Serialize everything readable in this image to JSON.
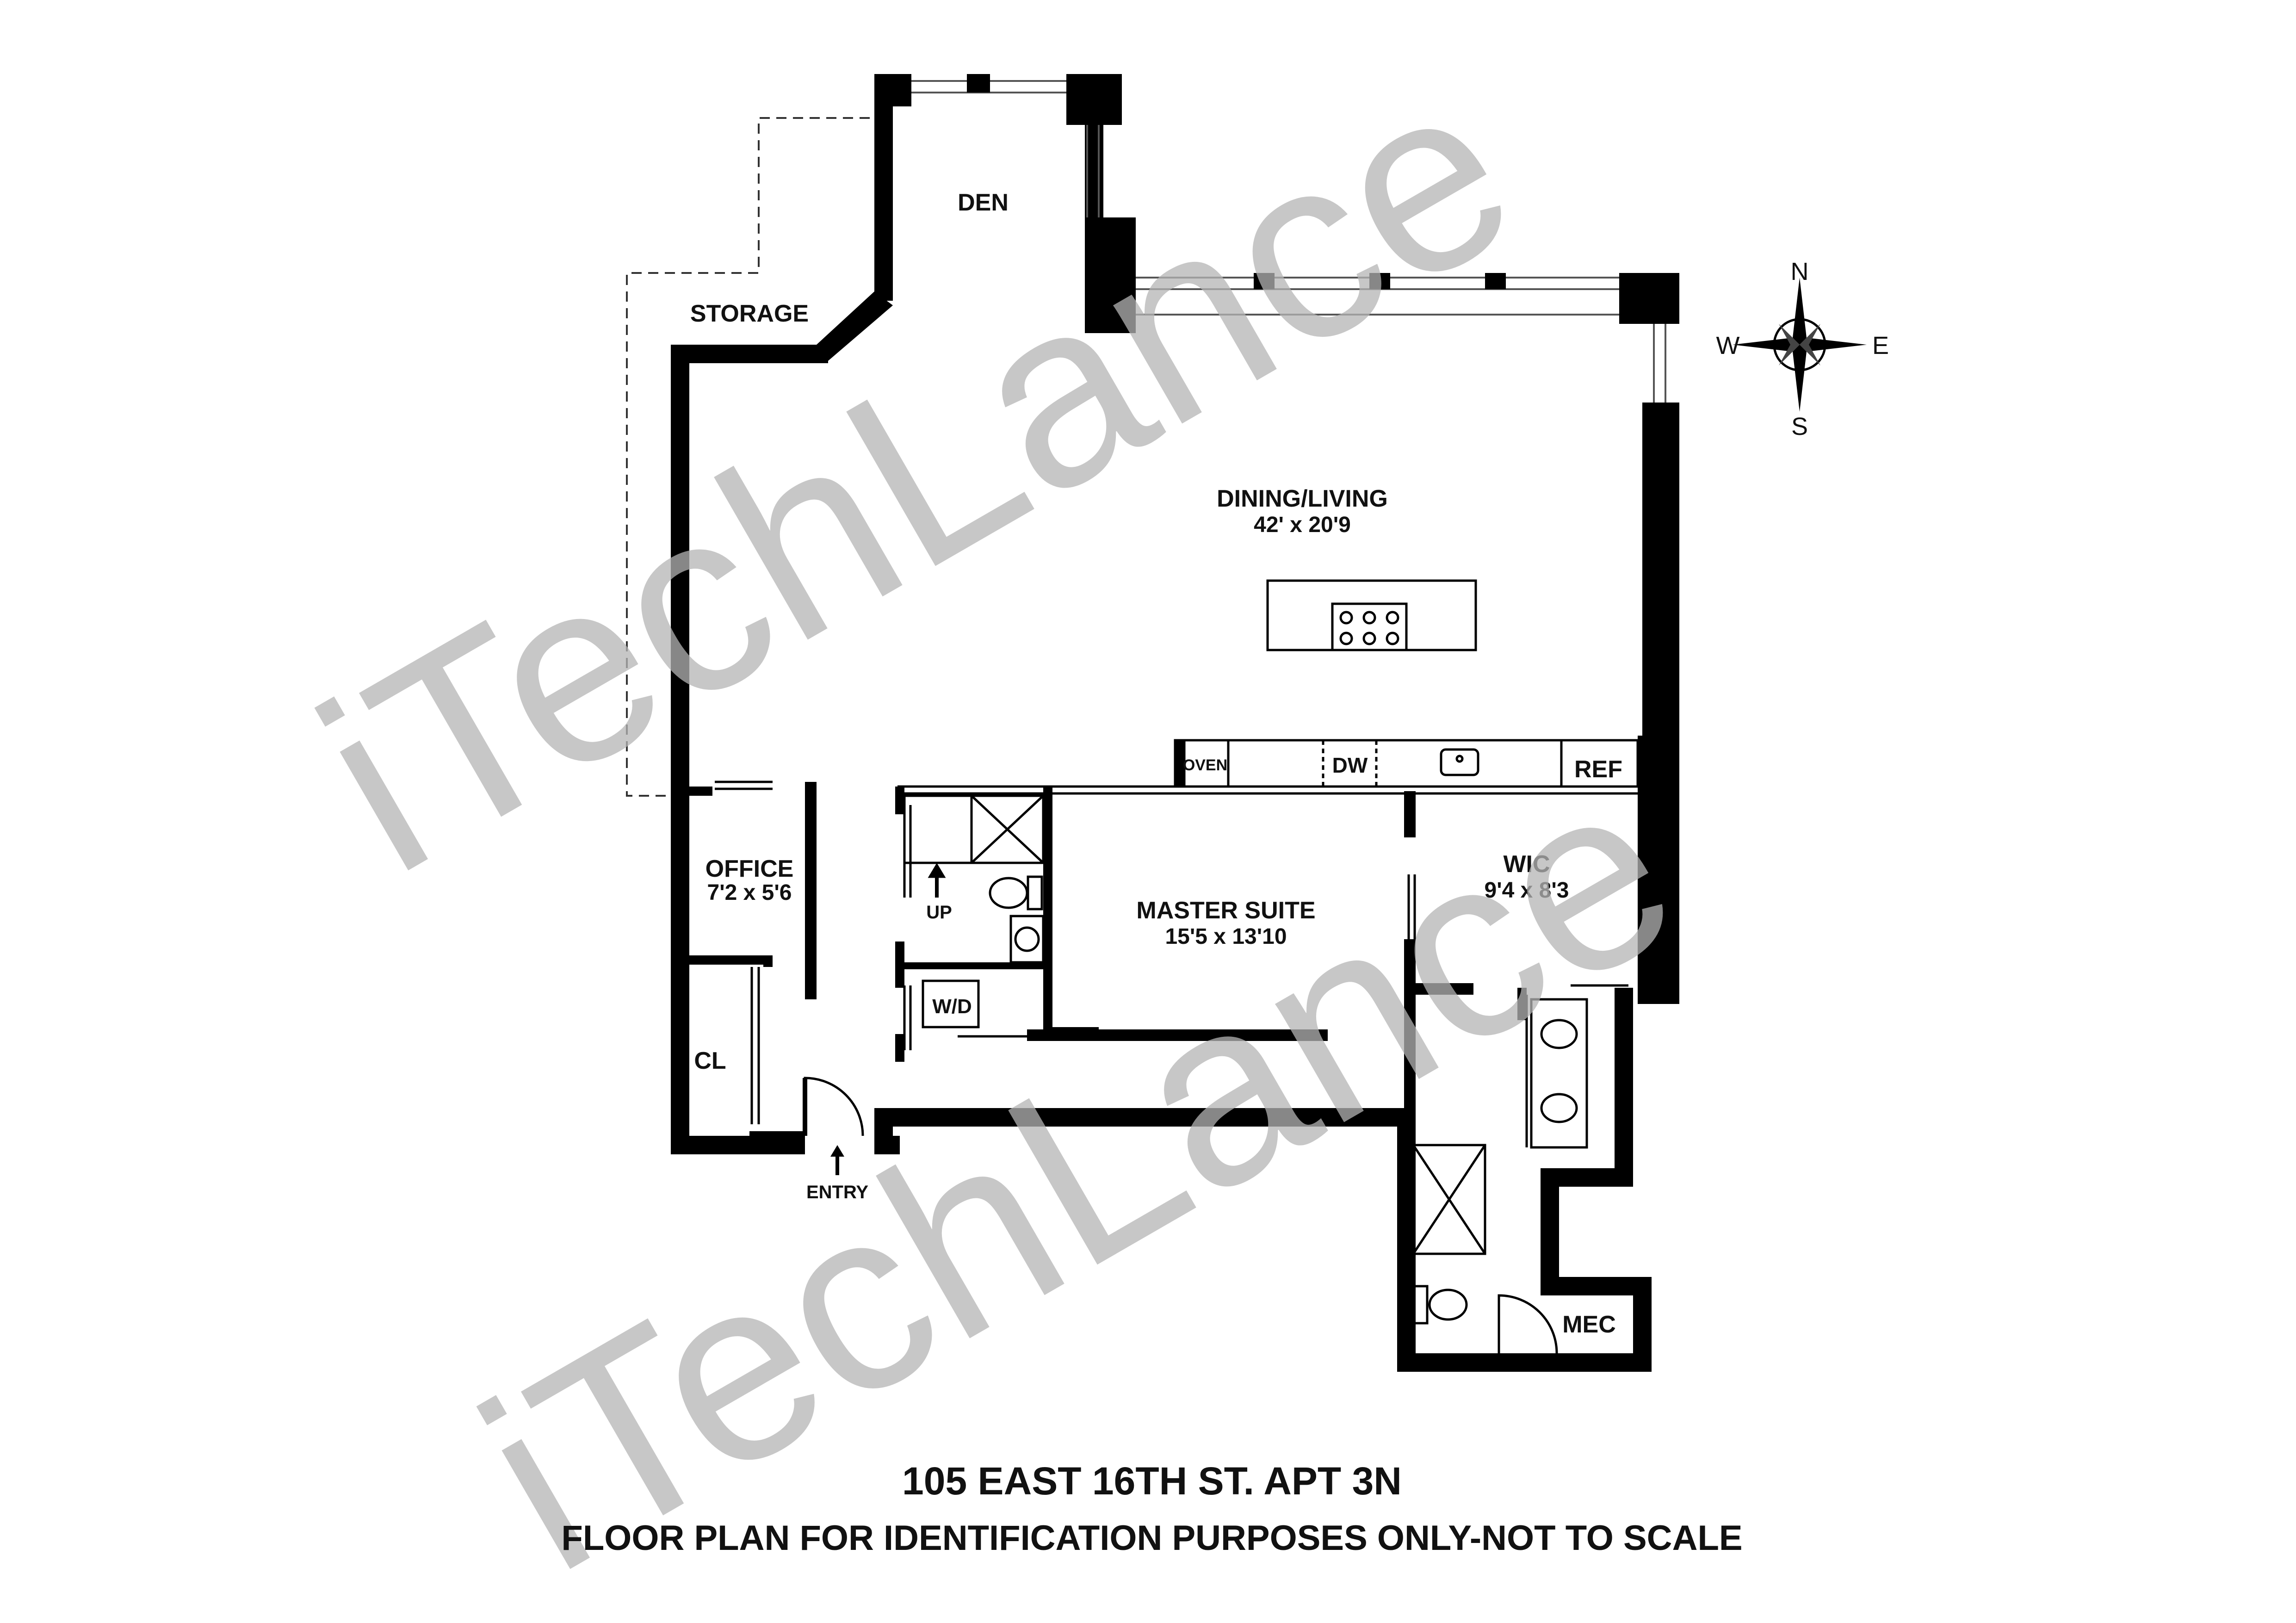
{
  "title": "105 EAST 16TH ST. APT 3N",
  "subtitle": "FLOOR PLAN FOR IDENTIFICATION PURPOSES ONLY-NOT TO SCALE",
  "watermark": "iTechLance",
  "compass": {
    "n": "N",
    "s": "S",
    "e": "E",
    "w": "W"
  },
  "rooms": {
    "den": "DEN",
    "storage": "STORAGE",
    "dining_living": {
      "name": "DINING/LIVING",
      "dims": "42' x 20'9"
    },
    "office": {
      "name": "OFFICE",
      "dims": "7'2 x 5'6"
    },
    "master_suite": {
      "name": "MASTER SUITE",
      "dims": "15'5 x 13'10"
    },
    "wic": {
      "name": "WIC",
      "dims": "9'4 x 8'3"
    },
    "cl": "CL",
    "wd": "W/D",
    "mec": "MEC"
  },
  "fixtures": {
    "oven": "OVEN",
    "dw": "DW",
    "ref": "REF"
  },
  "annotations": {
    "up": "UP",
    "entry": "ENTRY"
  },
  "colors": {
    "wall": "#000000",
    "watermark": "#b5b5b5",
    "background": "#ffffff"
  }
}
